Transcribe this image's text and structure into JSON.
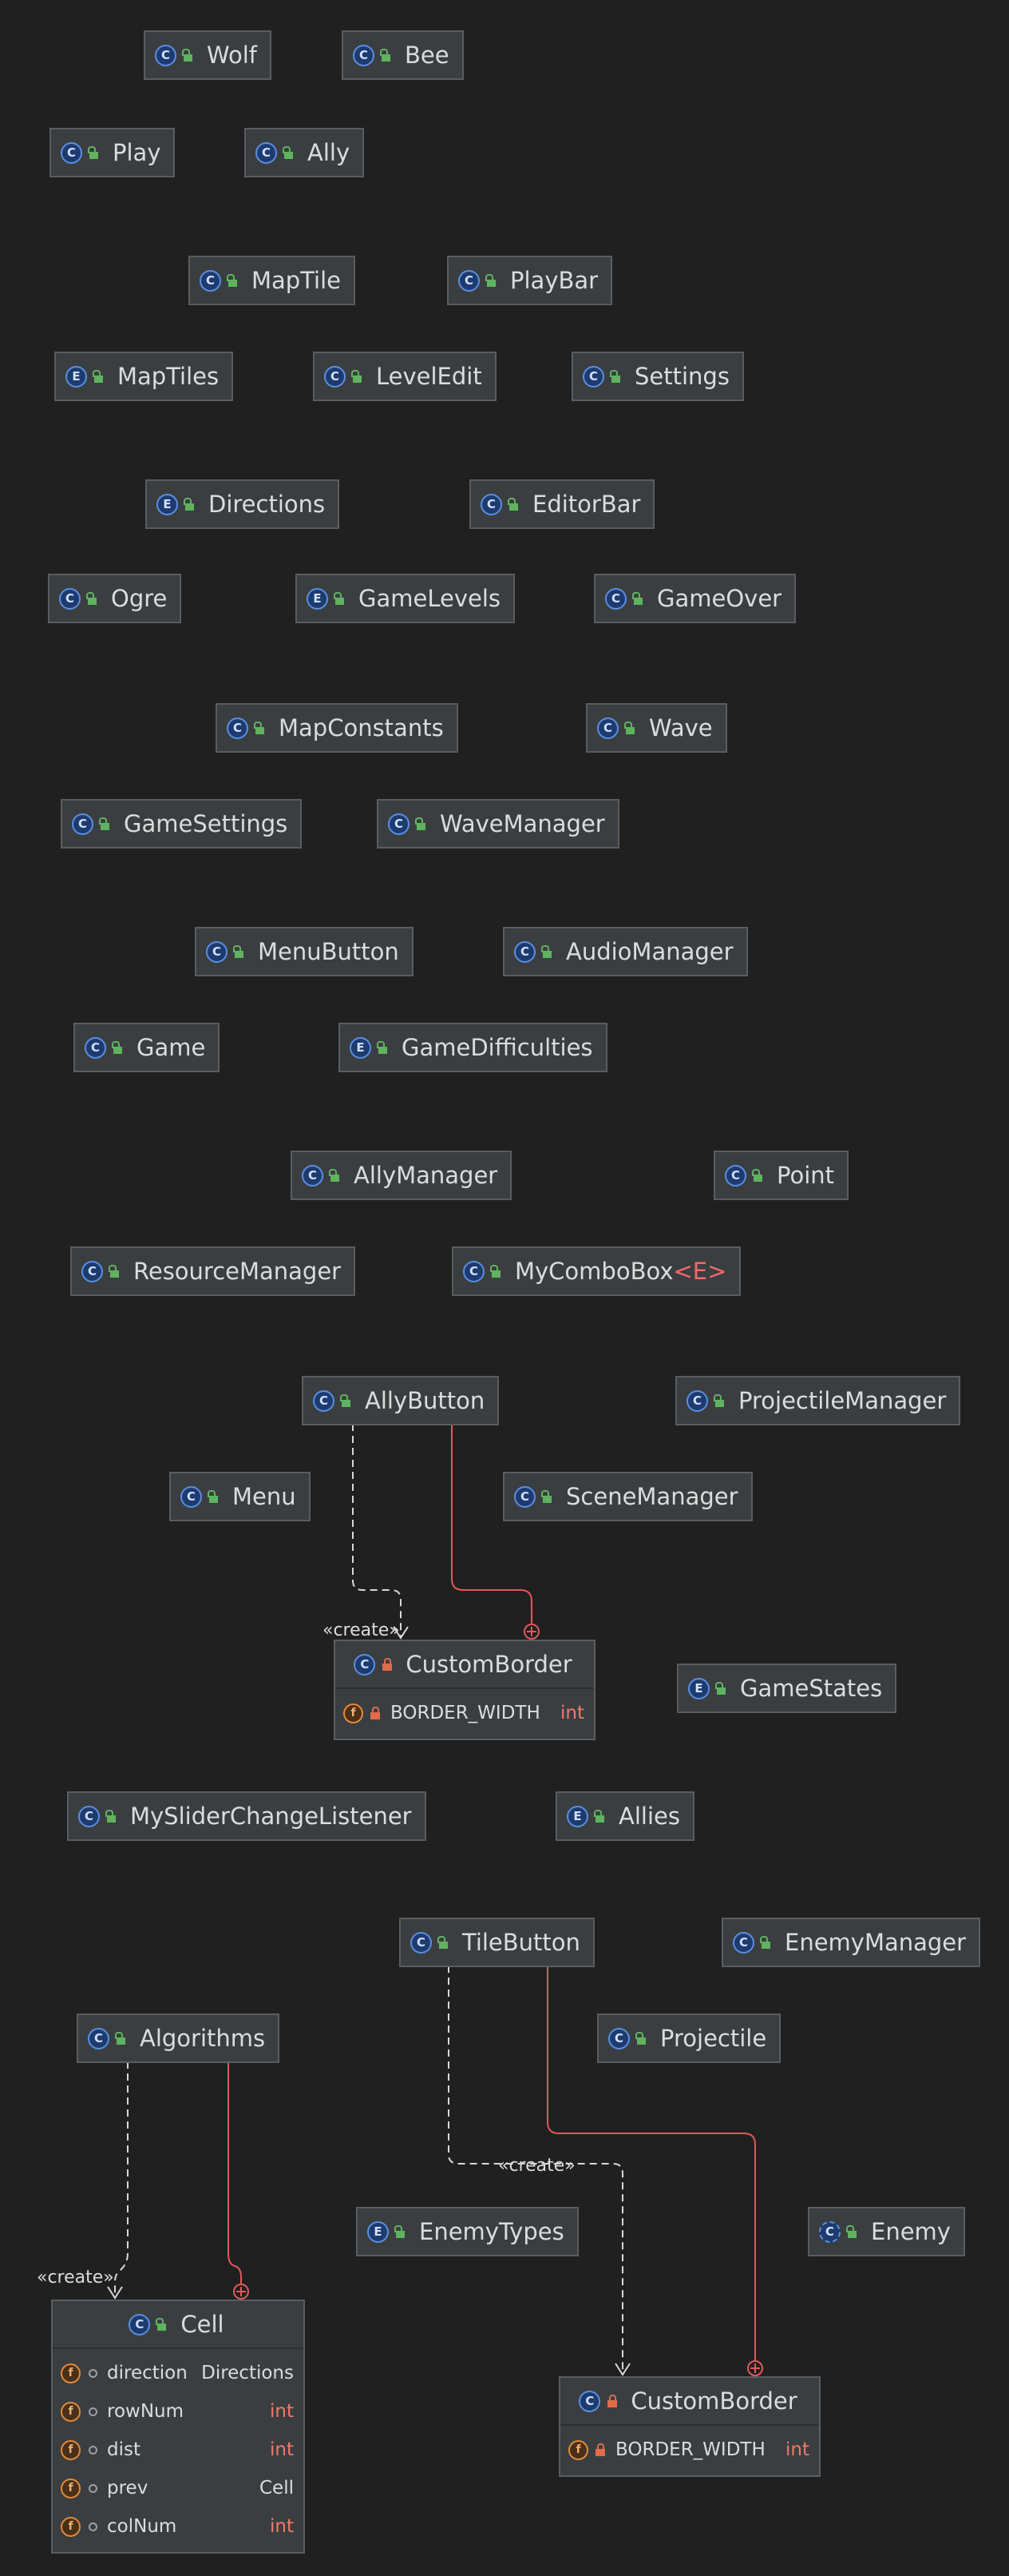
{
  "nodes": [
    {
      "id": "wolf",
      "name": "Wolf",
      "kind": "class",
      "icon": "C"
    },
    {
      "id": "bee",
      "name": "Bee",
      "kind": "class",
      "icon": "C"
    },
    {
      "id": "play",
      "name": "Play",
      "kind": "class",
      "icon": "C"
    },
    {
      "id": "ally",
      "name": "Ally",
      "kind": "class",
      "icon": "C"
    },
    {
      "id": "maptile",
      "name": "MapTile",
      "kind": "class",
      "icon": "C"
    },
    {
      "id": "playbar",
      "name": "PlayBar",
      "kind": "class",
      "icon": "C"
    },
    {
      "id": "maptiles",
      "name": "MapTiles",
      "kind": "enum",
      "icon": "E"
    },
    {
      "id": "leveledit",
      "name": "LevelEdit",
      "kind": "class",
      "icon": "C"
    },
    {
      "id": "settings",
      "name": "Settings",
      "kind": "class",
      "icon": "C"
    },
    {
      "id": "directions",
      "name": "Directions",
      "kind": "enum",
      "icon": "E"
    },
    {
      "id": "editorbar",
      "name": "EditorBar",
      "kind": "class",
      "icon": "C"
    },
    {
      "id": "ogre",
      "name": "Ogre",
      "kind": "class",
      "icon": "C"
    },
    {
      "id": "gamelevels",
      "name": "GameLevels",
      "kind": "enum",
      "icon": "E"
    },
    {
      "id": "gameover",
      "name": "GameOver",
      "kind": "class",
      "icon": "C"
    },
    {
      "id": "mapconstants",
      "name": "MapConstants",
      "kind": "class",
      "icon": "C"
    },
    {
      "id": "wave",
      "name": "Wave",
      "kind": "class",
      "icon": "C"
    },
    {
      "id": "gamesettings",
      "name": "GameSettings",
      "kind": "class",
      "icon": "C"
    },
    {
      "id": "wavemanager",
      "name": "WaveManager",
      "kind": "class",
      "icon": "C"
    },
    {
      "id": "menubutton",
      "name": "MenuButton",
      "kind": "class",
      "icon": "C"
    },
    {
      "id": "audiomanager",
      "name": "AudioManager",
      "kind": "class",
      "icon": "C"
    },
    {
      "id": "game",
      "name": "Game",
      "kind": "class",
      "icon": "C"
    },
    {
      "id": "gamedifficulties",
      "name": "GameDifficulties",
      "kind": "enum",
      "icon": "E"
    },
    {
      "id": "allymanager",
      "name": "AllyManager",
      "kind": "class",
      "icon": "C"
    },
    {
      "id": "point",
      "name": "Point",
      "kind": "class",
      "icon": "C"
    },
    {
      "id": "resourcemanager",
      "name": "ResourceManager",
      "kind": "class",
      "icon": "C"
    },
    {
      "id": "mycombobox",
      "name": "MyComboBox",
      "generic": "<E>",
      "kind": "class",
      "icon": "C"
    },
    {
      "id": "allybutton",
      "name": "AllyButton",
      "kind": "class",
      "icon": "C"
    },
    {
      "id": "projectilemanager",
      "name": "ProjectileManager",
      "kind": "class",
      "icon": "C"
    },
    {
      "id": "menu",
      "name": "Menu",
      "kind": "class",
      "icon": "C"
    },
    {
      "id": "scenemanager",
      "name": "SceneManager",
      "kind": "class",
      "icon": "C"
    },
    {
      "id": "customborder1",
      "name": "CustomBorder",
      "kind": "class",
      "icon": "C",
      "visibility": "private",
      "fields": [
        {
          "icon": "f",
          "visibility": "private",
          "name": "BORDER_WIDTH",
          "type": "int"
        }
      ]
    },
    {
      "id": "gamestates",
      "name": "GameStates",
      "kind": "enum",
      "icon": "E"
    },
    {
      "id": "mysliderchangelistener",
      "name": "MySliderChangeListener",
      "kind": "class",
      "icon": "C"
    },
    {
      "id": "allies",
      "name": "Allies",
      "kind": "enum",
      "icon": "E"
    },
    {
      "id": "tilebutton",
      "name": "TileButton",
      "kind": "class",
      "icon": "C"
    },
    {
      "id": "enemymanager",
      "name": "EnemyManager",
      "kind": "class",
      "icon": "C"
    },
    {
      "id": "algorithms",
      "name": "Algorithms",
      "kind": "class",
      "icon": "C"
    },
    {
      "id": "projectile",
      "name": "Projectile",
      "kind": "class",
      "icon": "C"
    },
    {
      "id": "enemytypes",
      "name": "EnemyTypes",
      "kind": "enum",
      "icon": "E"
    },
    {
      "id": "enemy",
      "name": "Enemy",
      "kind": "abstract-class",
      "icon": "C"
    },
    {
      "id": "cell",
      "name": "Cell",
      "kind": "class",
      "icon": "C",
      "fields": [
        {
          "icon": "f",
          "visibility": "package",
          "name": "direction",
          "type": "Directions"
        },
        {
          "icon": "f",
          "visibility": "package",
          "name": "rowNum",
          "type": "int"
        },
        {
          "icon": "f",
          "visibility": "package",
          "name": "dist",
          "type": "int"
        },
        {
          "icon": "f",
          "visibility": "package",
          "name": "prev",
          "type": "Cell"
        },
        {
          "icon": "f",
          "visibility": "package",
          "name": "colNum",
          "type": "int"
        }
      ]
    },
    {
      "id": "customborder2",
      "name": "CustomBorder",
      "kind": "class",
      "icon": "C",
      "visibility": "private",
      "fields": [
        {
          "icon": "f",
          "visibility": "private",
          "name": "BORDER_WIDTH",
          "type": "int"
        }
      ]
    }
  ],
  "edges": [
    {
      "from": "allybutton",
      "to": "customborder1",
      "type": "create",
      "label": "«create»"
    },
    {
      "from": "allybutton",
      "to": "customborder1",
      "type": "inner-class"
    },
    {
      "from": "tilebutton",
      "to": "customborder2",
      "type": "create",
      "label": "«create»"
    },
    {
      "from": "tilebutton",
      "to": "customborder2",
      "type": "inner-class"
    },
    {
      "from": "algorithms",
      "to": "cell",
      "type": "create",
      "label": "«create»"
    },
    {
      "from": "algorithms",
      "to": "cell",
      "type": "inner-class"
    }
  ],
  "colors": {
    "background": "#202020",
    "node_fill": "#3b3e40",
    "create_edge": "#d8d8d8",
    "inner_class_edge": "#e05a5a",
    "primitive_type": "#f07a6a"
  }
}
